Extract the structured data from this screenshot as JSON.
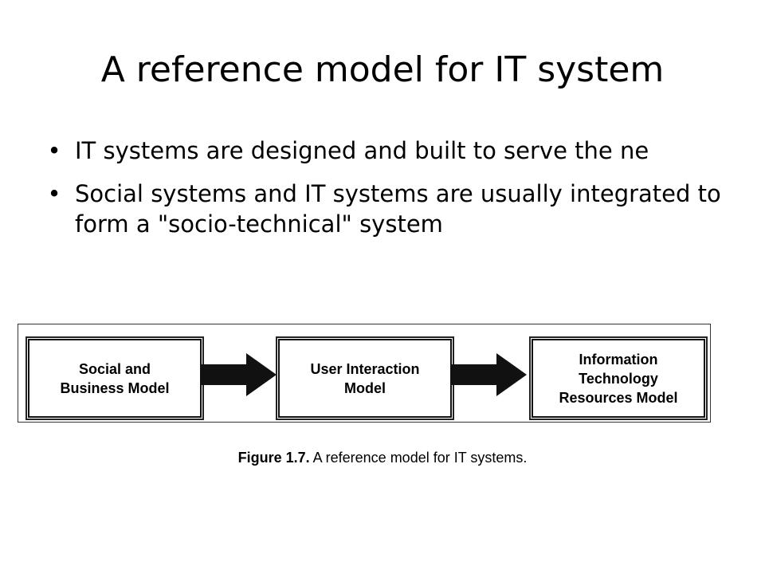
{
  "slide": {
    "title": "A reference model for IT system",
    "bullets": [
      {
        "text": "IT systems are designed and built to serve the ne"
      },
      {
        "text": "Social systems and IT systems are usually integrated to form a \"socio-technical\" system"
      }
    ]
  },
  "figure": {
    "boxes": [
      {
        "label": "Social and Business Model"
      },
      {
        "label": "User Interaction Model"
      },
      {
        "label": "Information Technology Resources Model"
      }
    ],
    "caption_label": "Figure 1.7.",
    "caption_text": " A reference model for IT systems."
  }
}
